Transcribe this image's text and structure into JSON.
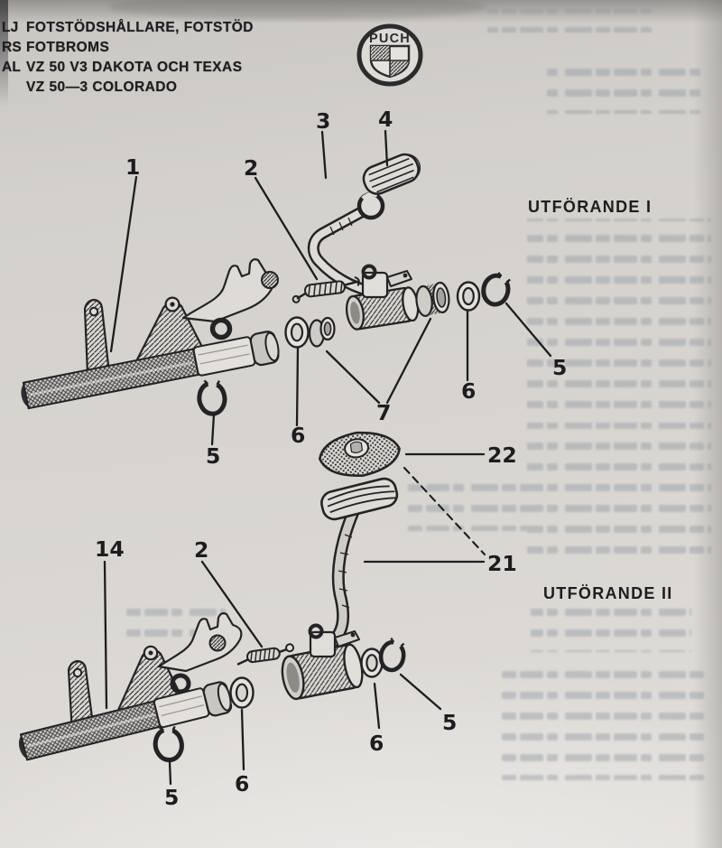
{
  "header": {
    "frag1": "LJ",
    "frag2": "RS",
    "frag3": "AL",
    "frag4": "",
    "line1": "FOTSTÖDSHÅLLARE, FOTSTÖD",
    "line2": "FOTBROMS",
    "line3": "VZ 50 V3 DAKOTA OCH TEXAS",
    "line4": "VZ 50—3 COLORADO"
  },
  "logo": {
    "text": "PUCH"
  },
  "v1": {
    "label": "UTFÖRANDE I",
    "c1": "1",
    "c2": "2",
    "c3": "3",
    "c4": "4",
    "c5a": "5",
    "c5b": "5",
    "c6a": "6",
    "c6b": "6",
    "c7": "7"
  },
  "v2": {
    "label": "UTFÖRANDE II",
    "c14": "14",
    "c2": "2",
    "c5a": "5",
    "c5b": "5",
    "c6a": "6",
    "c6b": "6",
    "c21": "21",
    "c22": "22"
  },
  "colors": {
    "paper": "#d7d4cf",
    "ink": "#1e1e20"
  }
}
